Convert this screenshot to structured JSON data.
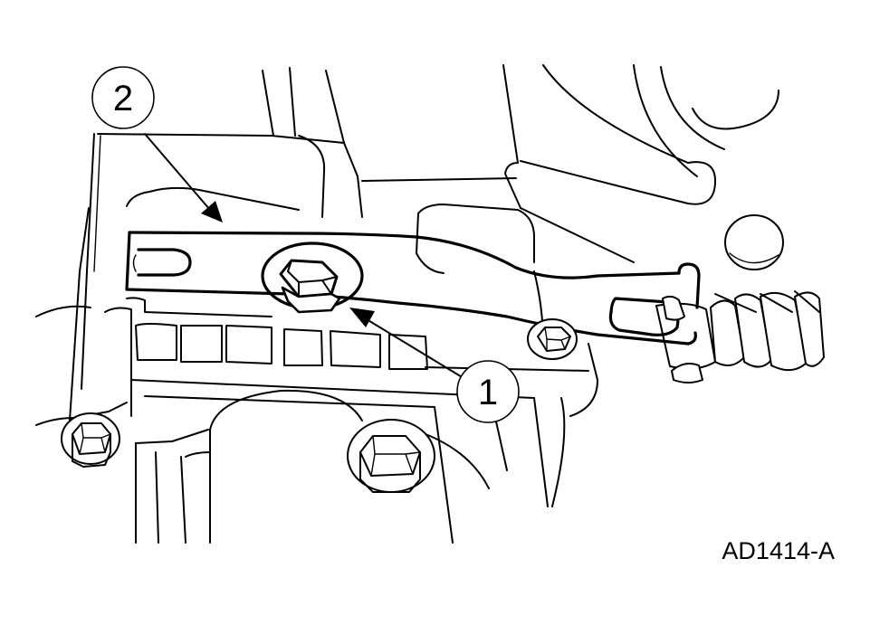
{
  "callouts": [
    {
      "number": "1",
      "target": "bolt"
    },
    {
      "number": "2",
      "target": "release-lever"
    }
  ],
  "figure_code": "AD1414-A",
  "colors": {
    "ink": "#000000",
    "paper": "#ffffff"
  }
}
